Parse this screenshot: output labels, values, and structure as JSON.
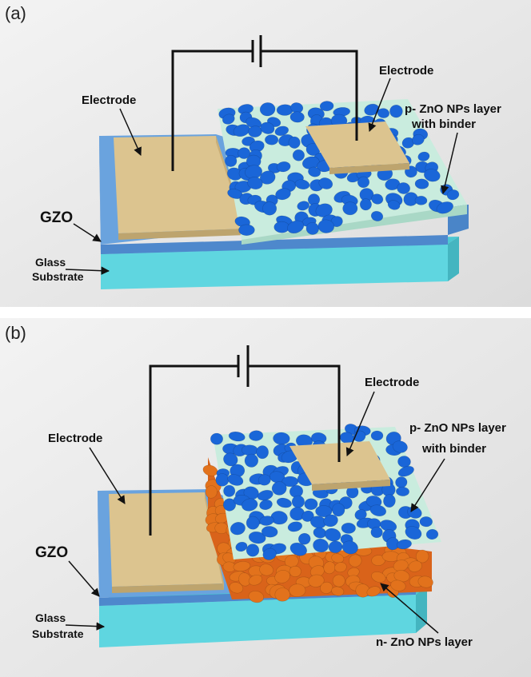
{
  "panel_a": {
    "tag": "(a)",
    "labels": {
      "electrode_left": "Electrode",
      "electrode_right": "Electrode",
      "p_layer_line1": "p- ZnO NPs layer",
      "p_layer_line2": "with binder",
      "gzo": "GZO",
      "glass_line1": "Glass",
      "glass_line2": "Substrate"
    }
  },
  "panel_b": {
    "tag": "(b)",
    "labels": {
      "electrode_left": "Electrode",
      "electrode_right": "Electrode",
      "p_layer_line1": "p- ZnO NPs layer",
      "p_layer_line2": "with binder",
      "n_layer": "n- ZnO NPs layer",
      "gzo": "GZO",
      "glass_line1": "Glass",
      "glass_line2": "Substrate"
    }
  },
  "colors": {
    "glass": "#5fd6e0",
    "gzo": "#5b96d6",
    "electrode": "#d9c08a",
    "p_particle": "#1a66d8",
    "p_matrix": "#c9ecde",
    "n_particle": "#e2721c",
    "wire": "#111111"
  }
}
